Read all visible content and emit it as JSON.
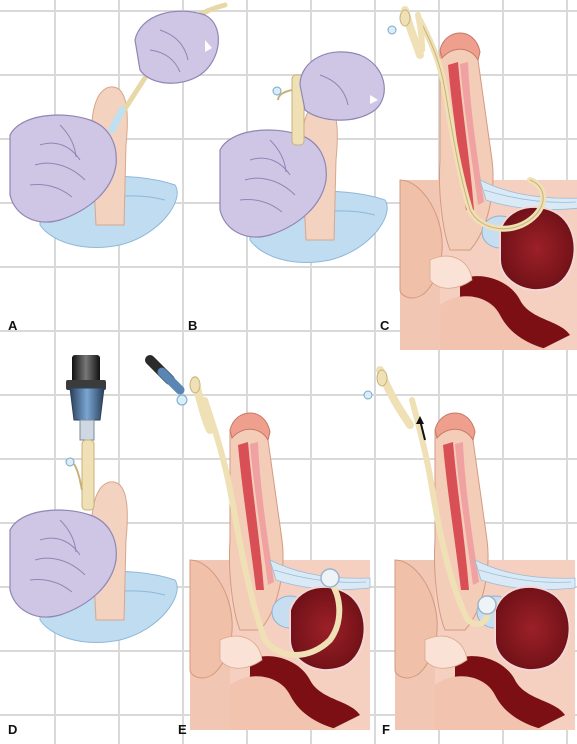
{
  "figure": {
    "panels": [
      {
        "label": "A"
      },
      {
        "label": "B"
      },
      {
        "label": "C"
      },
      {
        "label": "D"
      },
      {
        "label": "E"
      },
      {
        "label": "F"
      }
    ]
  },
  "colors": {
    "glove": "#cfc6e6",
    "glove_line": "#8f86b5",
    "skin": "#f3d2bf",
    "skin_dark": "#e9b9a0",
    "drape": "#bfdcf0",
    "catheter": "#efe0b5",
    "bladder": "#8e1a22",
    "bowel": "#7b0f14",
    "tissue": "#f5cdbd",
    "urethra": "#e07e86",
    "syringe_dark": "#2b2b2b",
    "syringe_blue": "#5a86b4"
  }
}
